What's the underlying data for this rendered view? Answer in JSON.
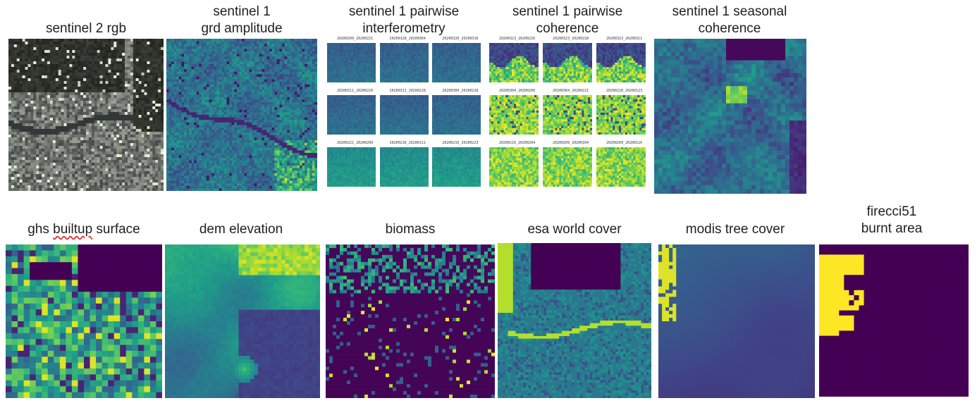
{
  "row1": {
    "s2_rgb": "sentinel 2 rgb",
    "s1_grd": "sentinel 1\ngrd amplitude",
    "s1_interf": "sentinel 1 pairwise\ninterferometry",
    "s1_coh": "sentinel 1 pairwise\ncoherence",
    "s1_seasonal": "sentinel 1 seasonal\ncoherence"
  },
  "row2": {
    "ghs": "ghs builtup surface",
    "dem": "dem elevation",
    "biomass": "biomass",
    "esa": "esa world cover",
    "modis": "modis tree cover",
    "fire": "firecci51\nburnt area"
  },
  "interf_captions": [
    [
      "20200209_20200221",
      "20200128_20200304",
      "20200320_20200316"
    ],
    [
      "20200211_20200229",
      "20200311_20200228",
      "20200304_20200228"
    ],
    [
      "20200221_20200209",
      "20200216_20200111",
      "20200216_20200223"
    ]
  ],
  "coh_captions": [
    [
      "20200323_20200216",
      "20200323_20200228",
      "20200323_20200311"
    ],
    [
      "20200304_20200209",
      "20200304_20200221",
      "20200228_20200123"
    ],
    [
      "20200216_20200204",
      "20200209_20200104",
      "20200209_20200116"
    ]
  ],
  "colors": {
    "viridis_dark": "#440154",
    "viridis_blue": "#31688e",
    "viridis_teal": "#21908d",
    "viridis_green": "#5ec962",
    "viridis_yellow": "#fde725"
  }
}
